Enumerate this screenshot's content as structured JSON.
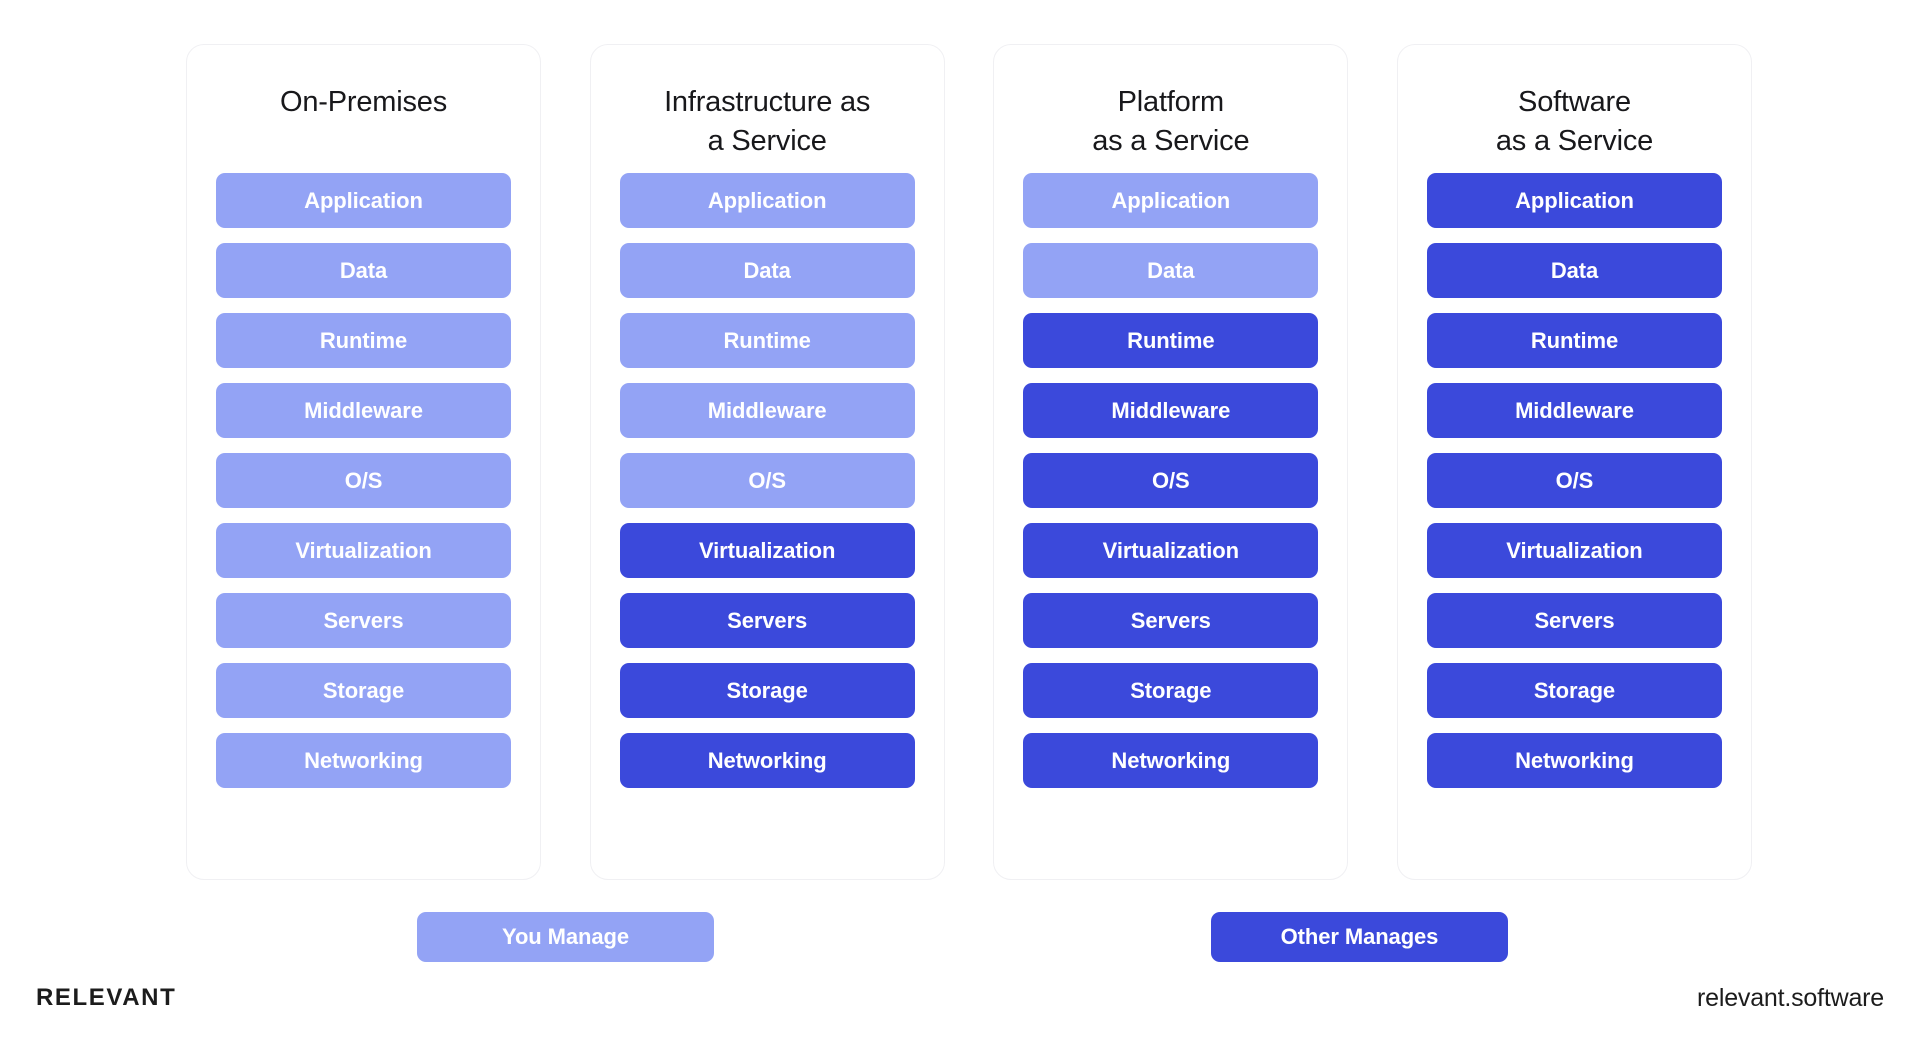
{
  "diagram": {
    "legend": {
      "self_label": "You Manage",
      "other_label": "Other Manages",
      "self_color": "#93a3f5",
      "other_color": "#3b49db"
    },
    "layer_names": [
      "Application",
      "Data",
      "Runtime",
      "Middleware",
      "O/S",
      "Virtualization",
      "Servers",
      "Storage",
      "Networking"
    ],
    "columns": [
      {
        "id": "on-premises",
        "title": "On-Premises",
        "layers": [
          {
            "label": "Application",
            "managed_by": "self"
          },
          {
            "label": "Data",
            "managed_by": "self"
          },
          {
            "label": "Runtime",
            "managed_by": "self"
          },
          {
            "label": "Middleware",
            "managed_by": "self"
          },
          {
            "label": "O/S",
            "managed_by": "self"
          },
          {
            "label": "Virtualization",
            "managed_by": "self"
          },
          {
            "label": "Servers",
            "managed_by": "self"
          },
          {
            "label": "Storage",
            "managed_by": "self"
          },
          {
            "label": "Networking",
            "managed_by": "self"
          }
        ]
      },
      {
        "id": "infrastructure-as-a-service",
        "title": "Infrastructure as\na Service",
        "layers": [
          {
            "label": "Application",
            "managed_by": "self"
          },
          {
            "label": "Data",
            "managed_by": "self"
          },
          {
            "label": "Runtime",
            "managed_by": "self"
          },
          {
            "label": "Middleware",
            "managed_by": "self"
          },
          {
            "label": "O/S",
            "managed_by": "self"
          },
          {
            "label": "Virtualization",
            "managed_by": "other"
          },
          {
            "label": "Servers",
            "managed_by": "other"
          },
          {
            "label": "Storage",
            "managed_by": "other"
          },
          {
            "label": "Networking",
            "managed_by": "other"
          }
        ]
      },
      {
        "id": "platform-as-a-service",
        "title": "Platform\nas a Service",
        "layers": [
          {
            "label": "Application",
            "managed_by": "self"
          },
          {
            "label": "Data",
            "managed_by": "self"
          },
          {
            "label": "Runtime",
            "managed_by": "other"
          },
          {
            "label": "Middleware",
            "managed_by": "other"
          },
          {
            "label": "O/S",
            "managed_by": "other"
          },
          {
            "label": "Virtualization",
            "managed_by": "other"
          },
          {
            "label": "Servers",
            "managed_by": "other"
          },
          {
            "label": "Storage",
            "managed_by": "other"
          },
          {
            "label": "Networking",
            "managed_by": "other"
          }
        ]
      },
      {
        "id": "software-as-a-service",
        "title": "Software\nas a Service",
        "layers": [
          {
            "label": "Application",
            "managed_by": "other"
          },
          {
            "label": "Data",
            "managed_by": "other"
          },
          {
            "label": "Runtime",
            "managed_by": "other"
          },
          {
            "label": "Middleware",
            "managed_by": "other"
          },
          {
            "label": "O/S",
            "managed_by": "other"
          },
          {
            "label": "Virtualization",
            "managed_by": "other"
          },
          {
            "label": "Servers",
            "managed_by": "other"
          },
          {
            "label": "Storage",
            "managed_by": "other"
          },
          {
            "label": "Networking",
            "managed_by": "other"
          }
        ]
      }
    ]
  },
  "footer": {
    "logo": "RELEVANT",
    "website": "relevant.software"
  }
}
